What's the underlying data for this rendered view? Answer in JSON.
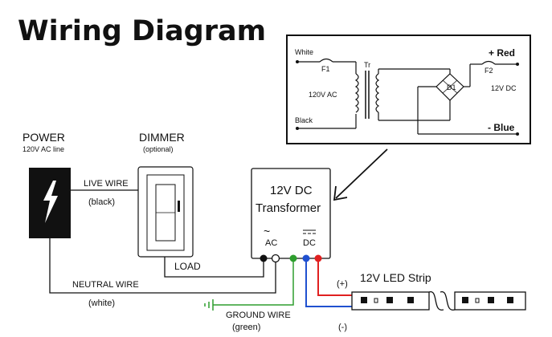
{
  "title": "Wiring Diagram",
  "power": {
    "label": "POWER",
    "sublabel": "120V AC line"
  },
  "dimmer": {
    "label": "DIMMER",
    "sublabel": "(optional)"
  },
  "wires": {
    "live": "LIVE WIRE",
    "live_color": "(black)",
    "load": "LOAD",
    "neutral": "NEUTRAL WIRE",
    "neutral_color": "(white)",
    "ground": "GROUND WIRE",
    "ground_color": "(green)"
  },
  "transformer": {
    "line1": "12V DC",
    "line2": "Transformer",
    "ac_symbol": "~",
    "ac_label": "AC",
    "dc_label": "DC"
  },
  "led_strip": {
    "label": "12V LED Strip",
    "positive": "(+)",
    "negative": "(-)"
  },
  "inset": {
    "white": "White",
    "black": "Black",
    "ac_label": "120V AC",
    "dc_label": "12V DC",
    "red": "+ Red",
    "blue": "- Blue",
    "fuse1": "F1",
    "fuse2": "F2",
    "transformer_tag": "Tr",
    "bridge_tag": "D1"
  },
  "colors": {
    "red": "#e02020",
    "blue": "#2050d0",
    "green": "#2e9e2e",
    "line": "#222222",
    "power_box": "#111111"
  }
}
